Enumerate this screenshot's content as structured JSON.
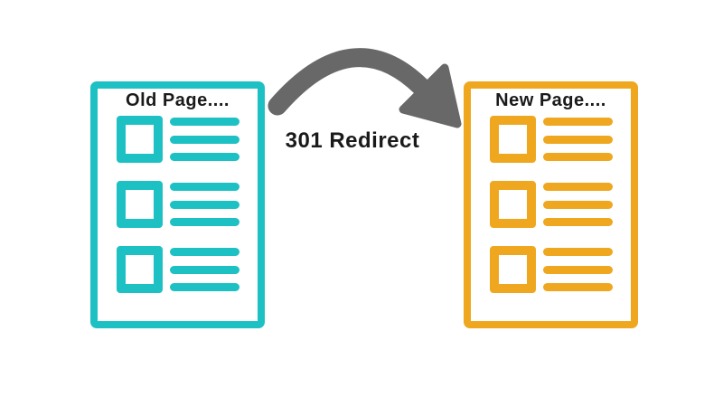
{
  "colors": {
    "background": "#FFFFFF",
    "teal": "#1DC1C4",
    "orange": "#EFA71F",
    "arrow_gray": "#686868",
    "text": "#1A1A1A"
  },
  "diagram": {
    "old_page": {
      "title": "Old Page....",
      "rows": 3,
      "lines_per_row": 3
    },
    "new_page": {
      "title": "New Page....",
      "rows": 3,
      "lines_per_row": 3
    },
    "arrow": {
      "label": "301 Redirect"
    }
  }
}
